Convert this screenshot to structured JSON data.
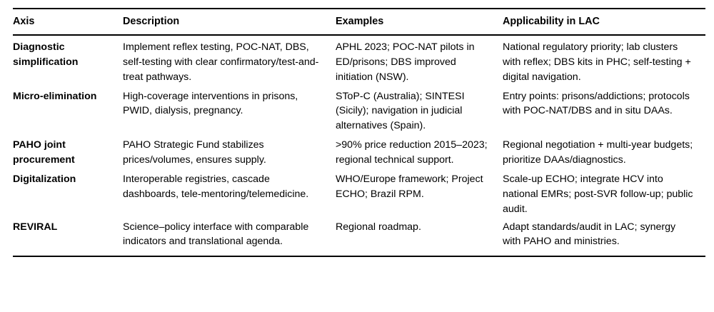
{
  "table": {
    "columns": [
      {
        "key": "axis",
        "label": "Axis"
      },
      {
        "key": "description",
        "label": "Description"
      },
      {
        "key": "examples",
        "label": "Examples"
      },
      {
        "key": "applicability",
        "label": "Applicability in LAC"
      }
    ],
    "rows": [
      {
        "axis": "Diagnostic simplification",
        "description": "Implement reflex testing, POC-NAT, DBS, self-testing with clear confirmatory/test-and-treat pathways.",
        "examples": "APHL 2023; POC-NAT pilots in ED/prisons; DBS improved initiation (NSW).",
        "applicability": "National regulatory priority; lab clusters with reflex; DBS kits in PHC; self-testing + digital navigation."
      },
      {
        "axis": "Micro-elimination",
        "description": "High-coverage interventions in prisons, PWID, dialysis, pregnancy.",
        "examples": "SToP-C (Australia); SINTESI (Sicily); navigation in judicial alternatives (Spain).",
        "applicability": "Entry points: prisons/addictions; protocols with POC-NAT/DBS and in situ DAAs."
      },
      {
        "axis": "PAHO joint procurement",
        "description": "PAHO Strategic Fund stabilizes prices/volumes, ensures supply.",
        "examples": ">90% price reduction 2015–2023; regional technical support.",
        "applicability": "Regional negotiation + multi-year budgets; prioritize DAAs/diagnostics."
      },
      {
        "axis": "Digitalization",
        "description": "Interoperable registries, cascade dashboards, tele-mentoring/telemedicine.",
        "examples": "WHO/Europe framework; Project ECHO; Brazil RPM.",
        "applicability": "Scale-up ECHO; integrate HCV into national EMRs; post-SVR follow-up; public audit."
      },
      {
        "axis": "REVIRAL",
        "description": "Science–policy interface with comparable indicators and translational agenda.",
        "examples": "Regional roadmap.",
        "applicability": "Adapt standards/audit in LAC; synergy with PAHO and ministries."
      }
    ]
  },
  "colors": {
    "rule": "#000000",
    "text": "#000000",
    "background": "#ffffff"
  }
}
